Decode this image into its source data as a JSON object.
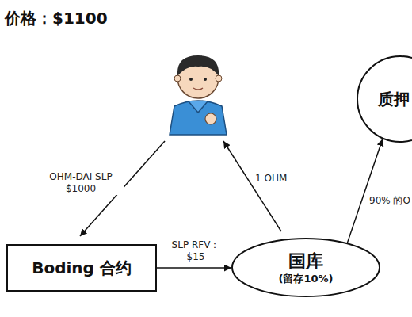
{
  "diagram": {
    "title": "价格：$1100",
    "nodes": [
      {
        "text": [
          "Boding 合约"
        ]
      },
      {
        "text": [
          "国库",
          "(留存10%)"
        ]
      },
      {
        "text": [
          "质押"
        ]
      }
    ],
    "edges": [
      {
        "from": 0,
        "to": 1,
        "arrow": "to",
        "label": "SLP RFV：$15"
      },
      {
        "from": 1,
        "to": 2,
        "arrow": "to",
        "label": "90% 的O"
      }
    ],
    "labels": [
      "OHM-DAI SLP $1000",
      "1 OHM"
    ]
  }
}
